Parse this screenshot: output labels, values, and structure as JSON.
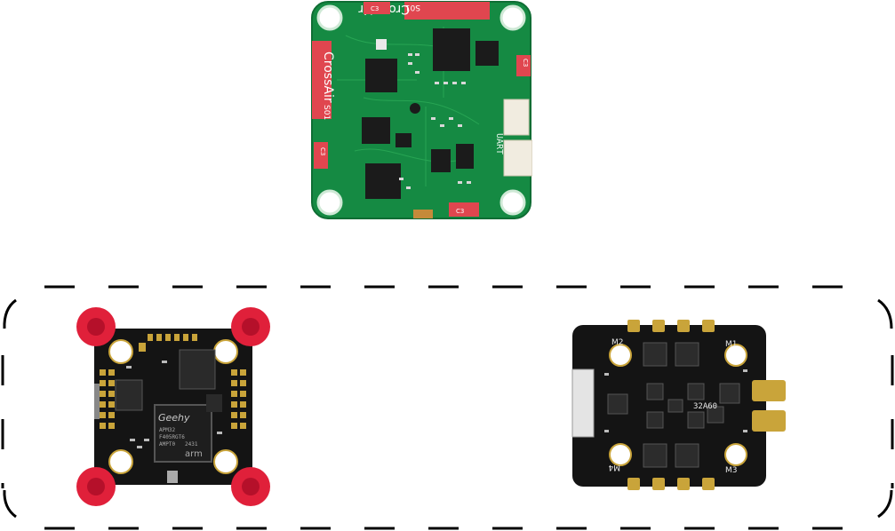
{
  "boards": {
    "crossair": {
      "label_left": "CrossAir",
      "label_left_suffix": "S01",
      "label_top": "CrossAir",
      "label_top_suffix": "S01",
      "cap_labels": [
        "C3",
        "C3",
        "C3",
        "C3"
      ],
      "connector_text": "UART"
    },
    "flight_controller": {
      "mcu_brand": "Geehy",
      "mcu_line1": "APM32",
      "mcu_line2": "F405RGT6",
      "mcu_line3": "AMPT0",
      "mcu_line4": "2431",
      "mcu_logo": "arm"
    },
    "esc": {
      "model": "32A60",
      "motor_labels": [
        "M1",
        "M2",
        "M3",
        "M4"
      ]
    }
  },
  "colors": {
    "green_pcb": "#168a42",
    "black_pcb": "#141414",
    "gold_pad": "#c9a43a",
    "red_cap": "#e0203a",
    "frame_dash": "#000000"
  }
}
